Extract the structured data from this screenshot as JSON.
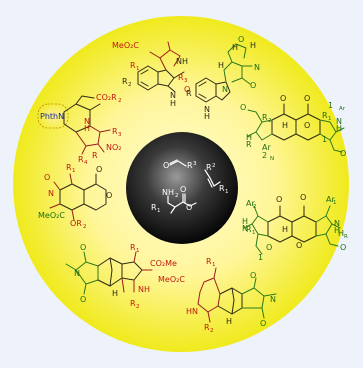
{
  "colors": {
    "background": "#eef3fb",
    "ring_outer": "#f2ee2a",
    "ring_inner": "#fff8a6",
    "core_light": "#9a9a9a",
    "core_dark": "#0a0a0a",
    "bond_dark": "#2d2a12",
    "bond_red": "#9b1c1c",
    "bond_green": "#2a7a1a",
    "core_text": "#ffffff",
    "label_red": "#c0180f",
    "label_green": "#1f6d13",
    "label_blue": "#1b2f8a"
  },
  "core": {
    "aldehyde": {
      "o": "O",
      "r": "R",
      "r_sub": "3"
    },
    "alkene": {
      "r2": "R",
      "r2_sub": "2",
      "r1": "R",
      "r1_sub": "1"
    },
    "amino_ester": {
      "nh2": "NH",
      "nh2_sub": "2",
      "r1": "R",
      "r1_sub": "1",
      "o_ester": "O",
      "o_carbonyl": "O"
    }
  },
  "scaffolds": [
    {
      "id": "spiro-oxindole-top",
      "labels": [
        "MeO₂C",
        "R",
        "1",
        "NH",
        "R",
        "3",
        "R",
        "2",
        "N",
        "H",
        "O"
      ]
    },
    {
      "id": "bispyrrolidine-top-right",
      "labels": [
        "N",
        "H",
        "H",
        "N",
        "H",
        "O",
        "O",
        "R",
        "N",
        "H"
      ]
    },
    {
      "id": "bridged-left",
      "labels": [
        "CO₂R",
        "2",
        "N",
        "H",
        "R",
        "3",
        "NO₂",
        "R",
        "R",
        "4",
        "PhthN"
      ]
    },
    {
      "id": "decalin-right-upper",
      "labels": [
        "O",
        "O",
        "R",
        "2",
        "R",
        "1",
        "N",
        "H",
        "H",
        "O",
        "O",
        "Ar",
        "1",
        "Ar",
        "2",
        "N",
        "H",
        "R",
        "1",
        "O"
      ]
    },
    {
      "id": "pyranone-left",
      "labels": [
        "R",
        "1",
        "N",
        "O",
        "MeO₂C",
        "O",
        "OR",
        "2",
        "O"
      ]
    },
    {
      "id": "decalin-right-lower",
      "labels": [
        "Ar",
        "2",
        "Ar",
        "1",
        "R",
        "1",
        "N",
        "H",
        "H",
        "O",
        "O",
        "H",
        "N",
        "H",
        "R",
        "1",
        "O",
        "O",
        "O"
      ]
    },
    {
      "id": "imide-bottom-left",
      "labels": [
        "N",
        "O",
        "O",
        "R",
        "1",
        "CO₂Me",
        "NH",
        "H",
        "R",
        "2"
      ]
    },
    {
      "id": "imide-bottom-right",
      "labels": [
        "MeO₂C",
        "R",
        "1",
        "N",
        "O",
        "O",
        "HN",
        "H",
        "R",
        "2"
      ]
    }
  ]
}
